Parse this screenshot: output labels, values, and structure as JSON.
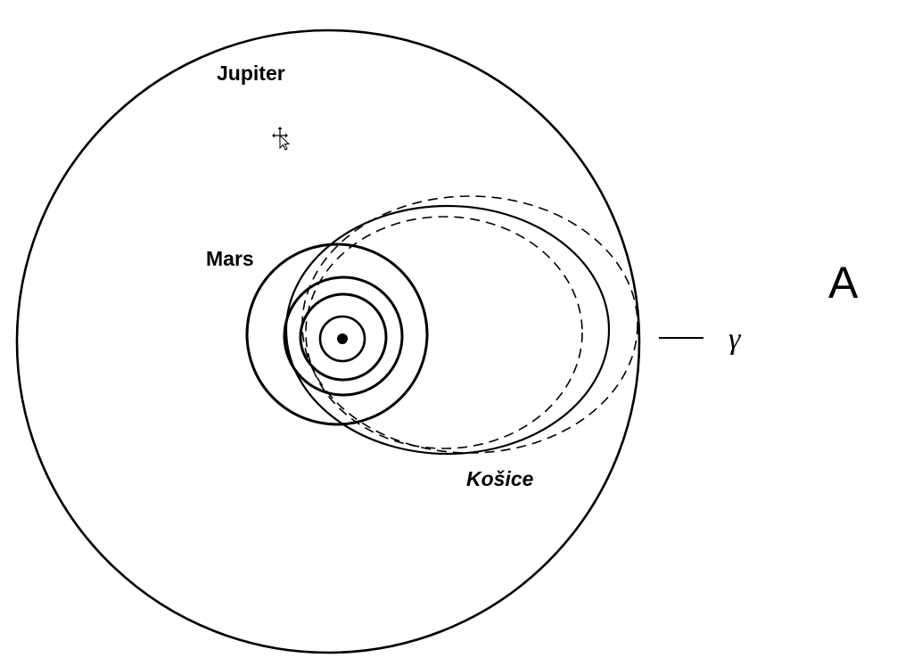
{
  "labels": {
    "jupiter": "Jupiter",
    "mars": "Mars",
    "meteorite": "Košice",
    "gamma": "γ",
    "panel": "A"
  },
  "icons": {
    "cursor": "move-cursor-icon"
  },
  "colors": {
    "line": "#000000",
    "background": "#ffffff"
  }
}
